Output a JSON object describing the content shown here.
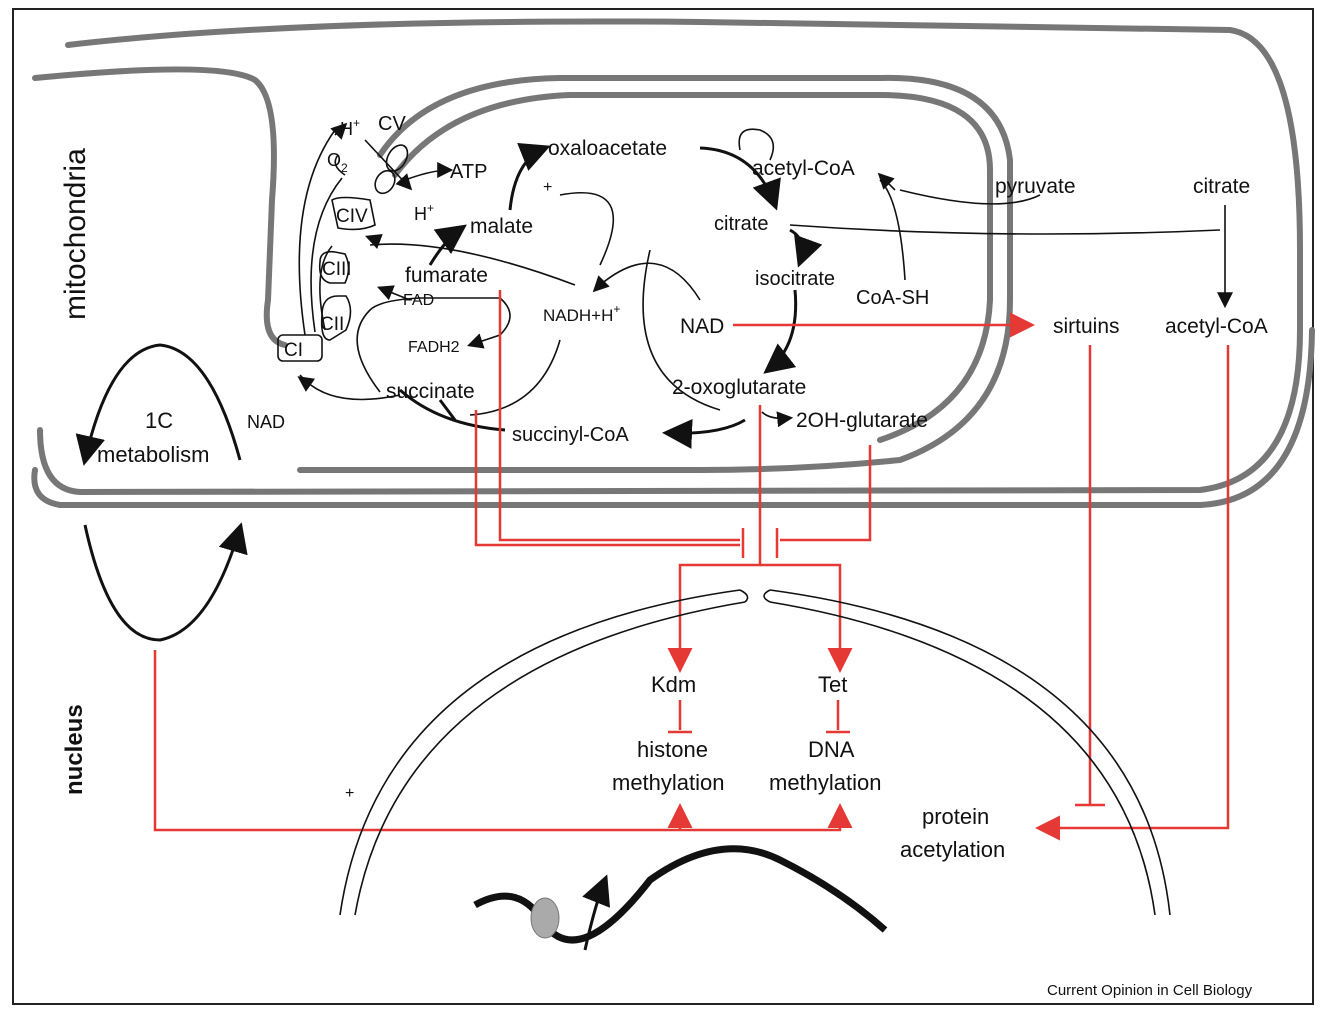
{
  "labels": {
    "mitochondria": "mitochondria",
    "nucleus": "nucleus",
    "one_c": "1C",
    "metabolism": "metabolism",
    "cv": "CV",
    "ciV": "CIV",
    "ciII": "CIII",
    "cII": "CII",
    "cI": "CI",
    "h_plus_top": "H",
    "h_plus_low": "H",
    "plus_sup": "+",
    "o2": "O",
    "o2_sub": "2",
    "atp": "ATP",
    "oxaloacetate": "oxaloacetate",
    "acetyl_coa_mito": "acetyl-CoA",
    "citrate_mito": "citrate",
    "malate": "malate",
    "fumarate": "fumarate",
    "fad": "FAD",
    "fadh2": "FADH2",
    "nadh": "NADH+H",
    "isocitrate": "isocitrate",
    "coa_sh": "CoA-SH",
    "nad_mito": "NAD",
    "nad_low": "NAD",
    "succinate": "succinate",
    "oxoglutarate": "2-oxoglutarate",
    "succinyl_coa": "succinyl-CoA",
    "ohglutarate": "2OH-glutarate",
    "pyruvate": "pyruvate",
    "citrate_cyto": "citrate",
    "sirtuins": "sirtuins",
    "acetyl_coa_cyto": "acetyl-CoA",
    "kdm": "Kdm",
    "tet": "Tet",
    "histone": "histone",
    "dna": "DNA",
    "methylation1": "methylation",
    "methylation2": "methylation",
    "protein": "protein",
    "acetylation": "acetylation",
    "plus_mal": "+",
    "plus_nuc": "+",
    "source": "Current Opinion in Cell Biology"
  },
  "colors": {
    "membrane": "#777777",
    "inhibition": "#e53935",
    "text": "#111111"
  }
}
